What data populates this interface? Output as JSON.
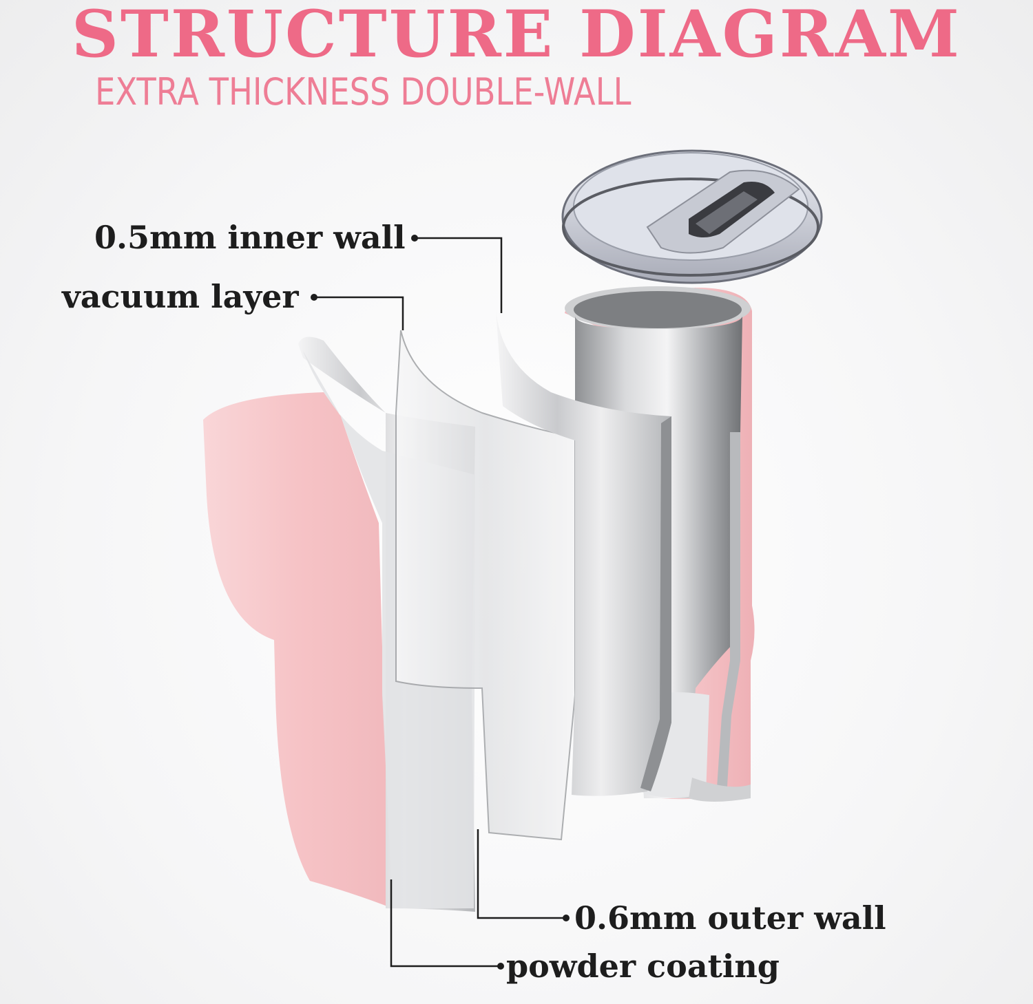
{
  "title": "STRUCTURE DIAGRAM",
  "subtitle": "EXTRA THICKNESS DOUBLE-WALL",
  "labels": {
    "inner_wall": "0.5mm inner wall",
    "vacuum_layer": "vacuum layer",
    "outer_wall": "0.6mm outer wall",
    "powder_coating": "powder coating"
  },
  "colors": {
    "accent": "#ee6a87",
    "pink_coating": "#f6c3c6",
    "steel": "#d9dadc",
    "leader_line": "#1d1d1d"
  }
}
